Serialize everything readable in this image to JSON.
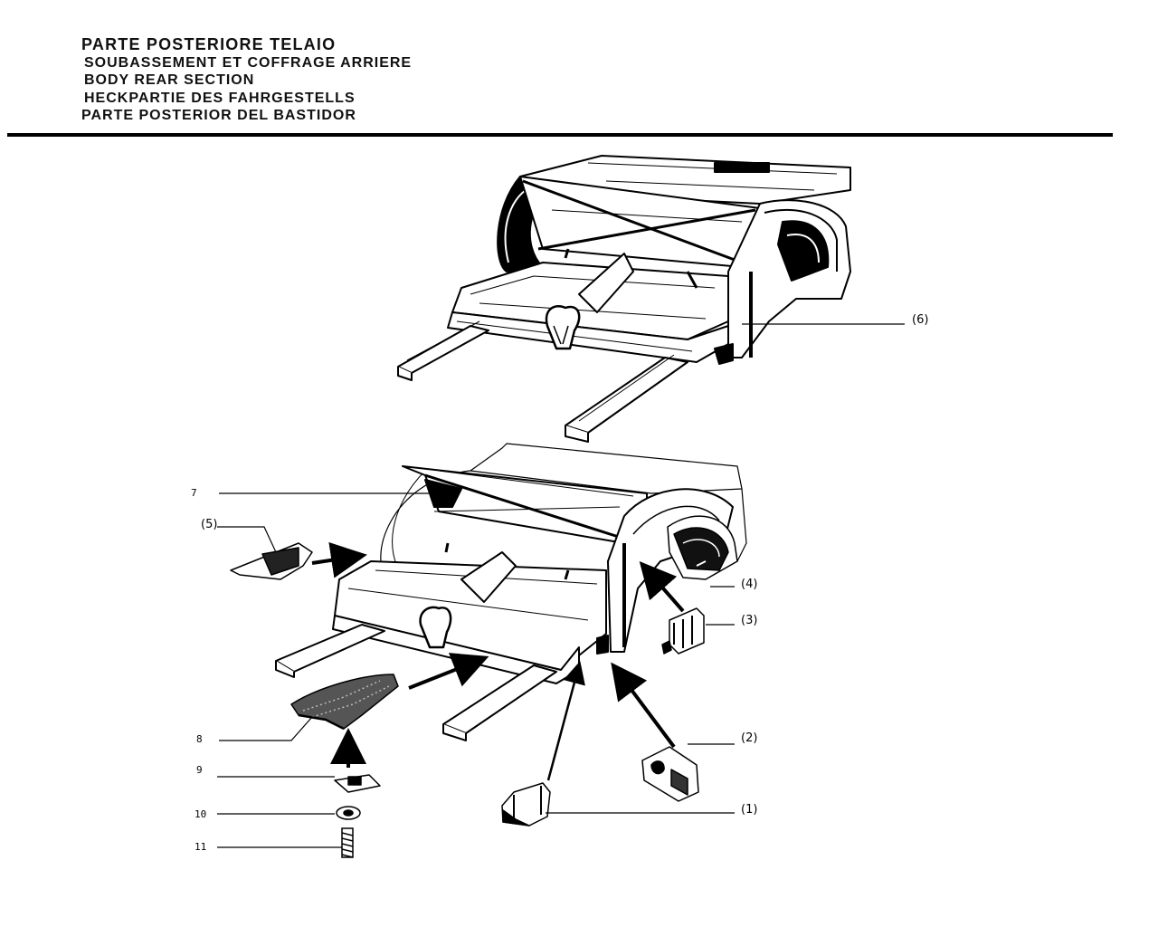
{
  "header": {
    "title_it": "PARTE POSTERIORE TELAIO",
    "title_fr": "SOUBASSEMENT ET COFFRAGE ARRIERE",
    "title_en": "BODY REAR SECTION",
    "title_de": "HECKPARTIE DES FAHRGESTELLS",
    "title_es": "PARTE POSTERIOR DEL BASTIDOR"
  },
  "callouts": {
    "c6": "(6)",
    "c7": "7",
    "c5": "(5)",
    "c4": "(4)",
    "c3": "(3)",
    "c2": "(2)",
    "c1": "(1)",
    "c8": "8",
    "c9": "9",
    "c10": "10",
    "c11": "11"
  },
  "colors": {
    "ink": "#000000",
    "paper": "#ffffff"
  }
}
